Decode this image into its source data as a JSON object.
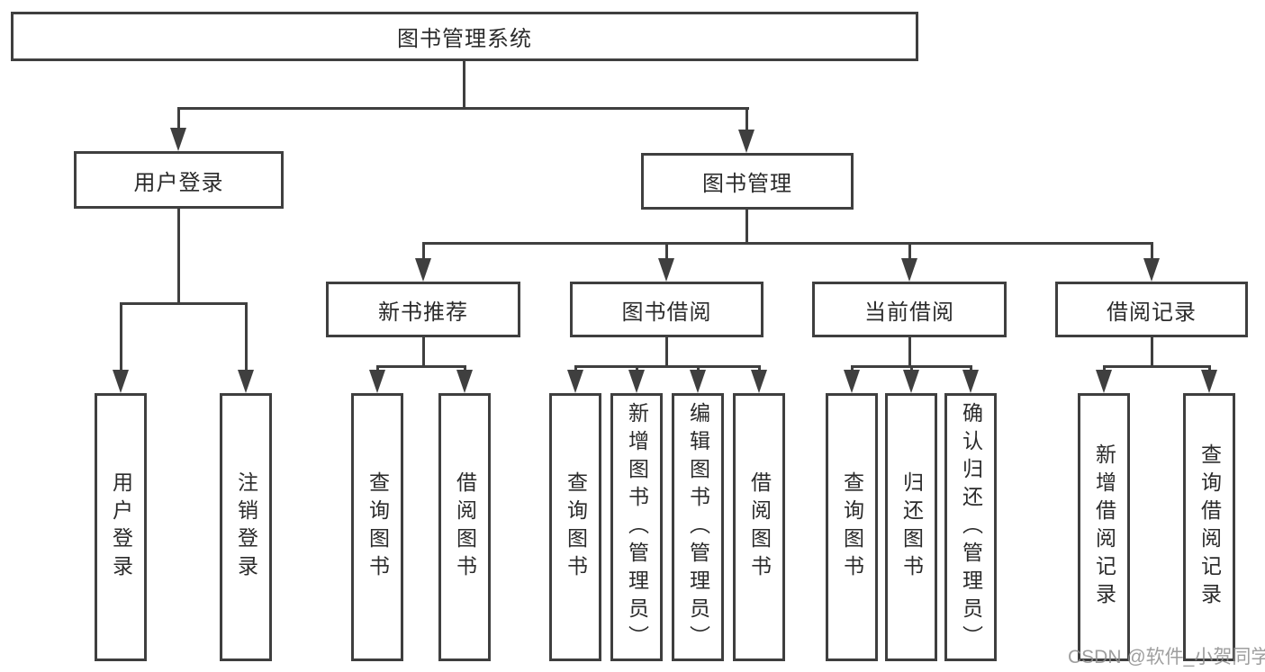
{
  "title": "图书管理系统",
  "tree": {
    "label": "图书管理系统",
    "children": [
      {
        "label": "用户登录",
        "children": [
          {
            "label": "用户登录"
          },
          {
            "label": "注销登录"
          }
        ]
      },
      {
        "label": "图书管理",
        "children": [
          {
            "label": "新书推荐",
            "children": [
              {
                "label": "查询图书"
              },
              {
                "label": "借阅图书"
              }
            ]
          },
          {
            "label": "图书借阅",
            "children": [
              {
                "label": "查询图书"
              },
              {
                "label": "新增图书（管理员）"
              },
              {
                "label": "编辑图书（管理员）"
              },
              {
                "label": "借阅图书"
              }
            ]
          },
          {
            "label": "当前借阅",
            "children": [
              {
                "label": "查询图书"
              },
              {
                "label": "归还图书"
              },
              {
                "label": "确认归还（管理员）"
              }
            ]
          },
          {
            "label": "借阅记录",
            "children": [
              {
                "label": "新增借阅记录"
              },
              {
                "label": "查询借阅记录"
              }
            ]
          }
        ]
      }
    ]
  },
  "watermark": {
    "text": "CSDN @软件_小贺同学"
  },
  "colors": {
    "line": "#3f3f3f",
    "text": "#2b2b2b",
    "background": "#ffffff",
    "watermark": "#8e8e8e"
  }
}
